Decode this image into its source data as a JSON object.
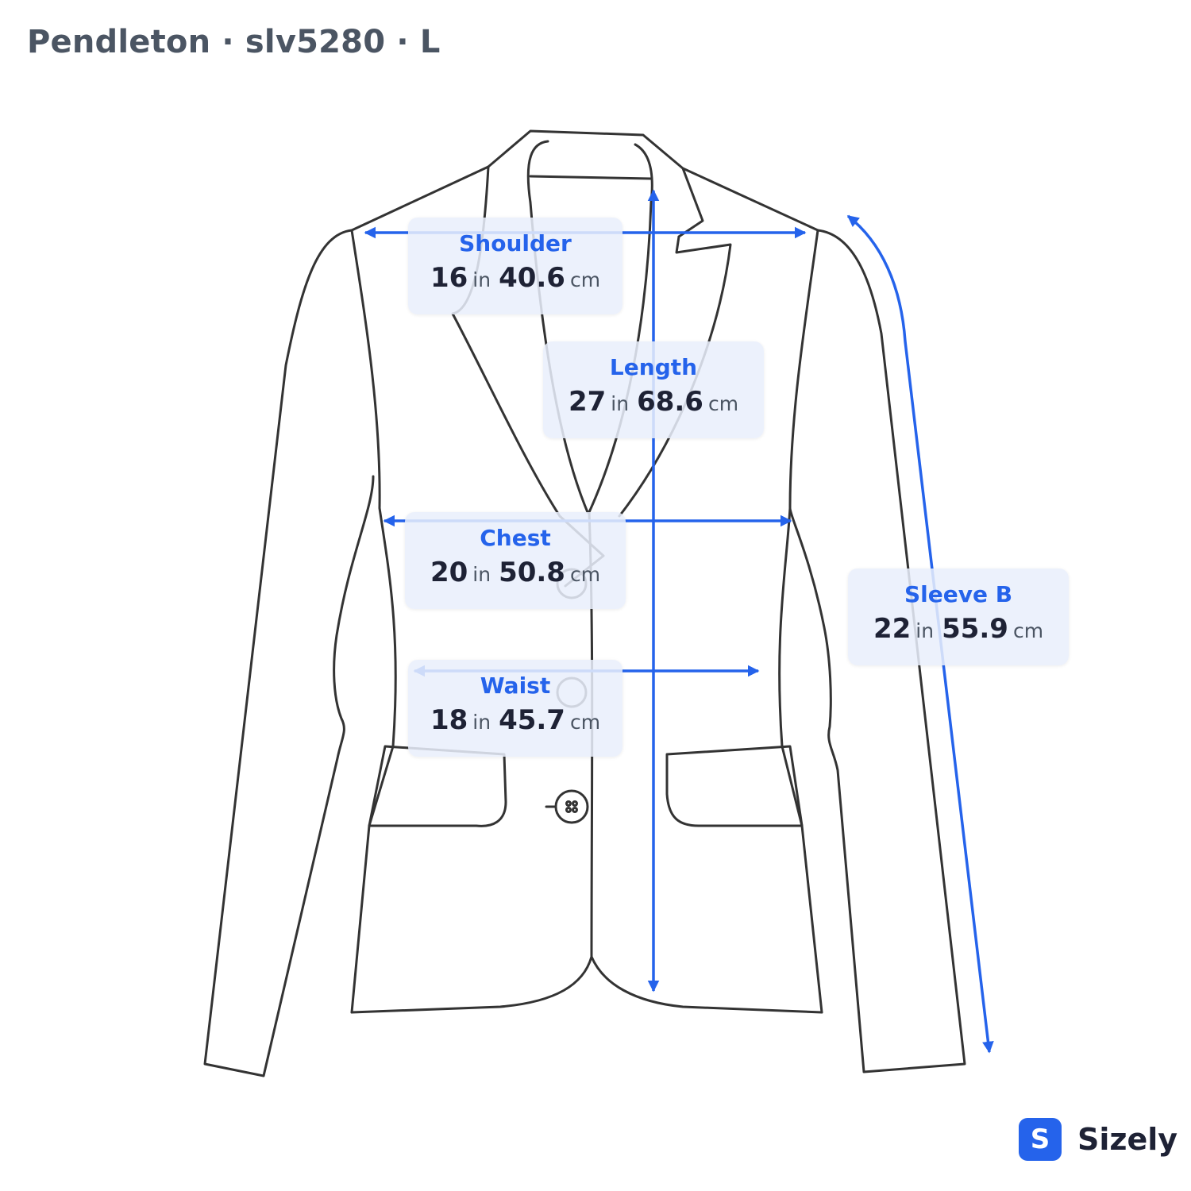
{
  "header": {
    "title": "Pendleton · slv5280 · L"
  },
  "accent_color": "#2563eb",
  "measurements": [
    {
      "id": "shoulder",
      "label": "Shoulder",
      "in": "16",
      "in_unit": "in",
      "cm": "40.6",
      "cm_unit": "cm"
    },
    {
      "id": "length",
      "label": "Length",
      "in": "27",
      "in_unit": "in",
      "cm": "68.6",
      "cm_unit": "cm"
    },
    {
      "id": "chest",
      "label": "Chest",
      "in": "20",
      "in_unit": "in",
      "cm": "50.8",
      "cm_unit": "cm"
    },
    {
      "id": "waist",
      "label": "Waist",
      "in": "18",
      "in_unit": "in",
      "cm": "45.7",
      "cm_unit": "cm"
    },
    {
      "id": "sleeve",
      "label": "Sleeve B",
      "in": "22",
      "in_unit": "in",
      "cm": "55.9",
      "cm_unit": "cm"
    }
  ],
  "brand": {
    "logo_letter": "S",
    "name": "Sizely"
  }
}
